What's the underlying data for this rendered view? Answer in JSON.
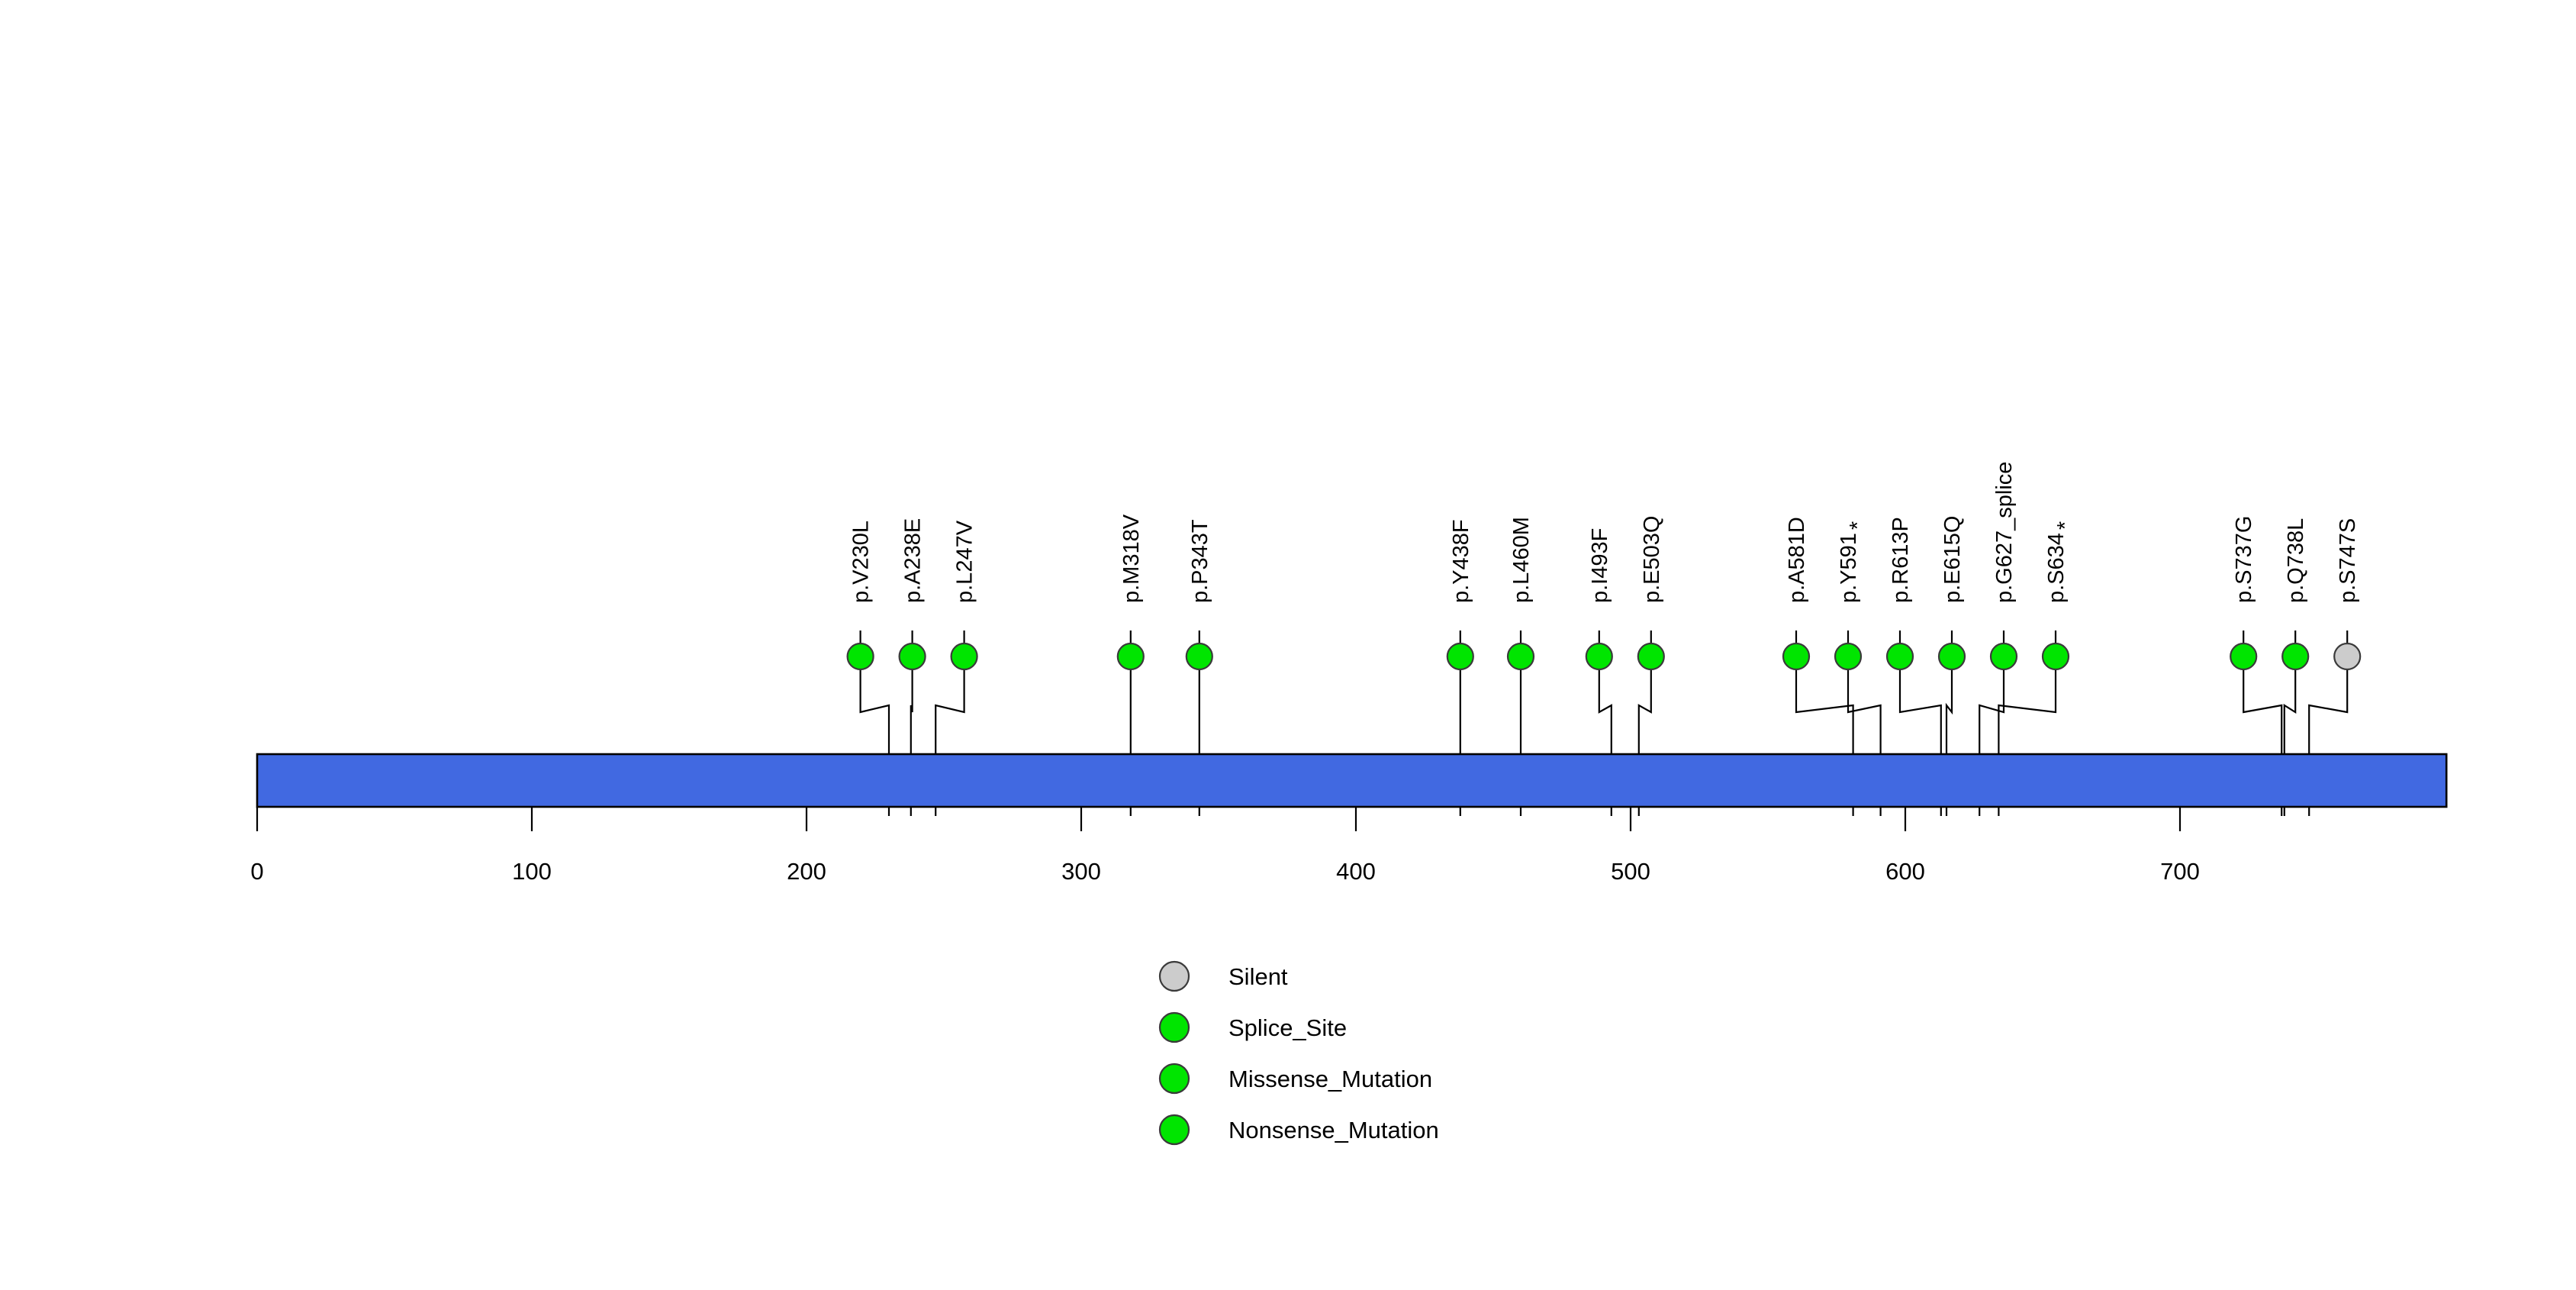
{
  "chart_data": {
    "type": "lollipop",
    "title": "",
    "xlabel": "",
    "ylabel": "",
    "xlim": [
      0,
      797
    ],
    "axis_ticks": [
      0,
      100,
      200,
      300,
      400,
      500,
      600,
      700
    ],
    "protein_length": 797,
    "protein_track": {
      "start": 0,
      "end": 797,
      "color": "#4169e1"
    },
    "grid": false,
    "legend_position": "bottom-center",
    "mutations": [
      {
        "label": "p.V230L",
        "position": 230,
        "type": "Missense_Mutation",
        "color": "#00e500",
        "terminator": false
      },
      {
        "label": "p.A238E",
        "position": 238,
        "type": "Missense_Mutation",
        "color": "#00e500",
        "terminator": false
      },
      {
        "label": "p.L247V",
        "position": 247,
        "type": "Missense_Mutation",
        "color": "#00e500",
        "terminator": false
      },
      {
        "label": "p.M318V",
        "position": 318,
        "type": "Missense_Mutation",
        "color": "#00e500",
        "terminator": false
      },
      {
        "label": "p.P343T",
        "position": 343,
        "type": "Missense_Mutation",
        "color": "#00e500",
        "terminator": false
      },
      {
        "label": "p.Y438F",
        "position": 438,
        "type": "Missense_Mutation",
        "color": "#00e500",
        "terminator": false
      },
      {
        "label": "p.L460M",
        "position": 460,
        "type": "Missense_Mutation",
        "color": "#00e500",
        "terminator": false
      },
      {
        "label": "p.I493F",
        "position": 493,
        "type": "Missense_Mutation",
        "color": "#00e500",
        "terminator": false
      },
      {
        "label": "p.E503Q",
        "position": 503,
        "type": "Missense_Mutation",
        "color": "#00e500",
        "terminator": false
      },
      {
        "label": "p.A581D",
        "position": 581,
        "type": "Missense_Mutation",
        "color": "#00e500",
        "terminator": false
      },
      {
        "label": "p.Y591",
        "position": 591,
        "type": "Nonsense_Mutation",
        "color": "#00e500",
        "terminator": true
      },
      {
        "label": "p.R613P",
        "position": 613,
        "type": "Missense_Mutation",
        "color": "#00e500",
        "terminator": false
      },
      {
        "label": "p.E615Q",
        "position": 615,
        "type": "Missense_Mutation",
        "color": "#00e500",
        "terminator": false
      },
      {
        "label": "p.G627_splice",
        "position": 627,
        "type": "Splice_Site",
        "color": "#00e500",
        "terminator": false
      },
      {
        "label": "p.S634",
        "position": 634,
        "type": "Nonsense_Mutation",
        "color": "#00e500",
        "terminator": true
      },
      {
        "label": "p.S737G",
        "position": 737,
        "type": "Missense_Mutation",
        "color": "#00e500",
        "terminator": false
      },
      {
        "label": "p.Q738L",
        "position": 738,
        "type": "Missense_Mutation",
        "color": "#00e500",
        "terminator": false
      },
      {
        "label": "p.S747S",
        "position": 747,
        "type": "Silent",
        "color": "#cccccc",
        "terminator": false
      }
    ],
    "legend": [
      {
        "label": "Silent",
        "color": "#cccccc"
      },
      {
        "label": "Splice_Site",
        "color": "#00e500"
      },
      {
        "label": "Missense_Mutation",
        "color": "#00e500"
      },
      {
        "label": "Nonsense_Mutation",
        "color": "#00e500"
      }
    ]
  },
  "colors": {
    "protein_bar": "#4169e1",
    "mutation_green": "#00e500",
    "silent_grey": "#cccccc",
    "outline": "#000000",
    "background": "#ffffff"
  }
}
